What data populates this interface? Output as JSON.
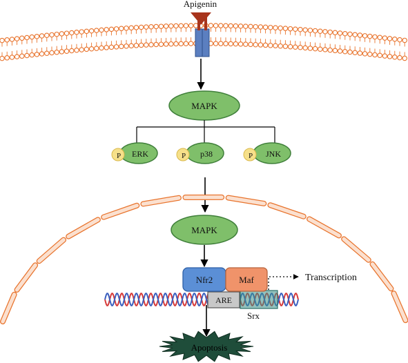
{
  "ligand": {
    "label": "Apigenin"
  },
  "cytoplasm": {
    "mapk_label": "MAPK",
    "kinases": [
      {
        "name": "ERK",
        "phospho": "P"
      },
      {
        "name": "p38",
        "phospho": "P"
      },
      {
        "name": "JNK",
        "phospho": "P"
      }
    ]
  },
  "nucleus": {
    "mapk_label": "MAPK",
    "nfr2_label": "Nfr2",
    "maf_label": "Maf",
    "transcription_label": "Transcription",
    "are_label": "ARE",
    "srx_label": "Srx"
  },
  "outcome": {
    "apoptosis_label": "Apoptosis"
  },
  "colors": {
    "membrane": "#e8732c",
    "nuclear_envelope_fill": "#fbe0cf",
    "nuclear_envelope_stroke": "#e8732c",
    "receptor_head": "#a8341c",
    "receptor_body": "#5b7fc0",
    "ellipse_fill": "#7fbf6a",
    "ellipse_stroke": "#3f7f3a",
    "phospho_fill": "#f6e08a",
    "nfr2_fill": "#5b8fd6",
    "maf_fill": "#f0936a",
    "are_fill": "#c8c8c8",
    "dna_red": "#d63a3a",
    "dna_blue": "#3a5fbf",
    "srx_fill": "#3a8f86",
    "apoptosis_fill": "#1f4d3a"
  }
}
